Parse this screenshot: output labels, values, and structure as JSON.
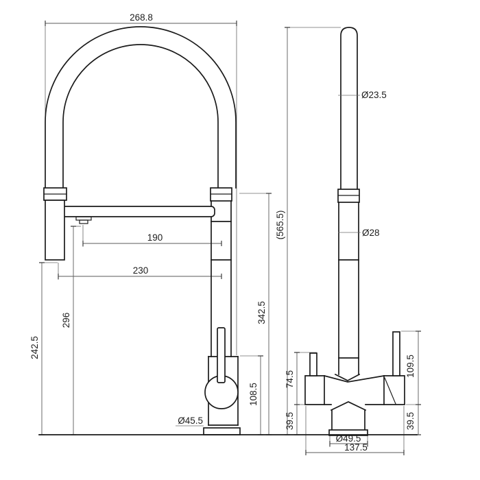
{
  "drawing": {
    "type": "technical-dimension-drawing",
    "subject": "kitchen mixer tap with pull-down spring spout, front and side elevation views",
    "background_color": "#ffffff",
    "outline_color": "#1a1a1a",
    "dimension_line_color": "#5a5a5a",
    "text_color": "#1d1d1d",
    "front_view": {
      "overall_width": "268.8",
      "spout_outlet_reach": "190",
      "spray_head_reach": "230",
      "spout_outlet_height": "296",
      "spray_head_clearance": "242.5",
      "column_height": "342.5",
      "handle_top_height": "108.5",
      "body_diameter": "Ø45.5"
    },
    "side_view": {
      "overall_height": "(565.5)",
      "upper_tube_diameter": "Ø23.5",
      "lower_tube_diameter": "Ø28",
      "front_handle_height": "74.5",
      "rear_handle_height": "109.5",
      "base_height_left": "39.5",
      "base_height_right": "39.5",
      "base_flange_diameter": "Ø49.5",
      "body_width": "137.5"
    }
  }
}
